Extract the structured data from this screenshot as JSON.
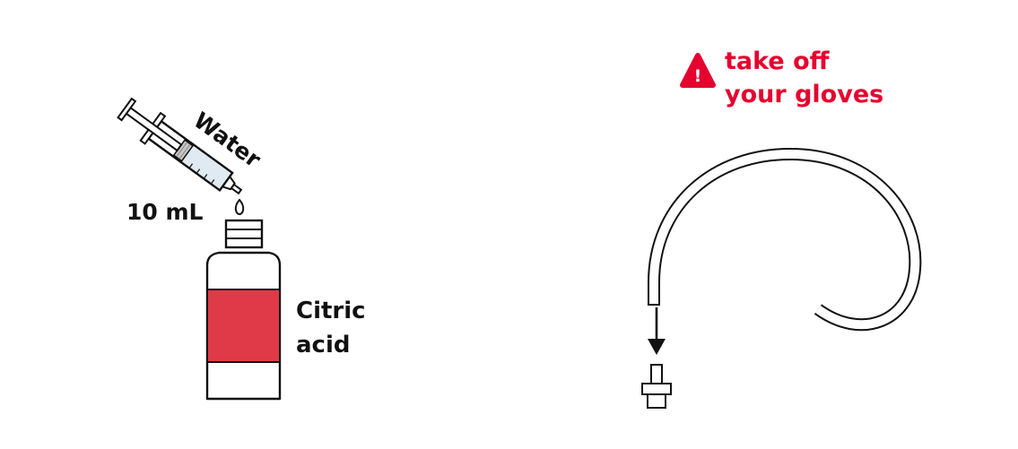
{
  "warning": {
    "line1": "take off",
    "line2": "your gloves",
    "icon": "warning-triangle-icon",
    "icon_glyph": "!",
    "color": "#E4032E"
  },
  "syringe": {
    "label": "Water",
    "volume": "10 mL",
    "icon": "syringe-icon"
  },
  "bottle": {
    "label_line1": "Citric",
    "label_line2": "acid",
    "label_color": "#E03A48",
    "icon": "bottle-icon"
  },
  "tube": {
    "icon": "coiled-tube-icon",
    "connector_icon": "tube-connector-icon",
    "arrow_icon": "arrow-down-icon"
  }
}
